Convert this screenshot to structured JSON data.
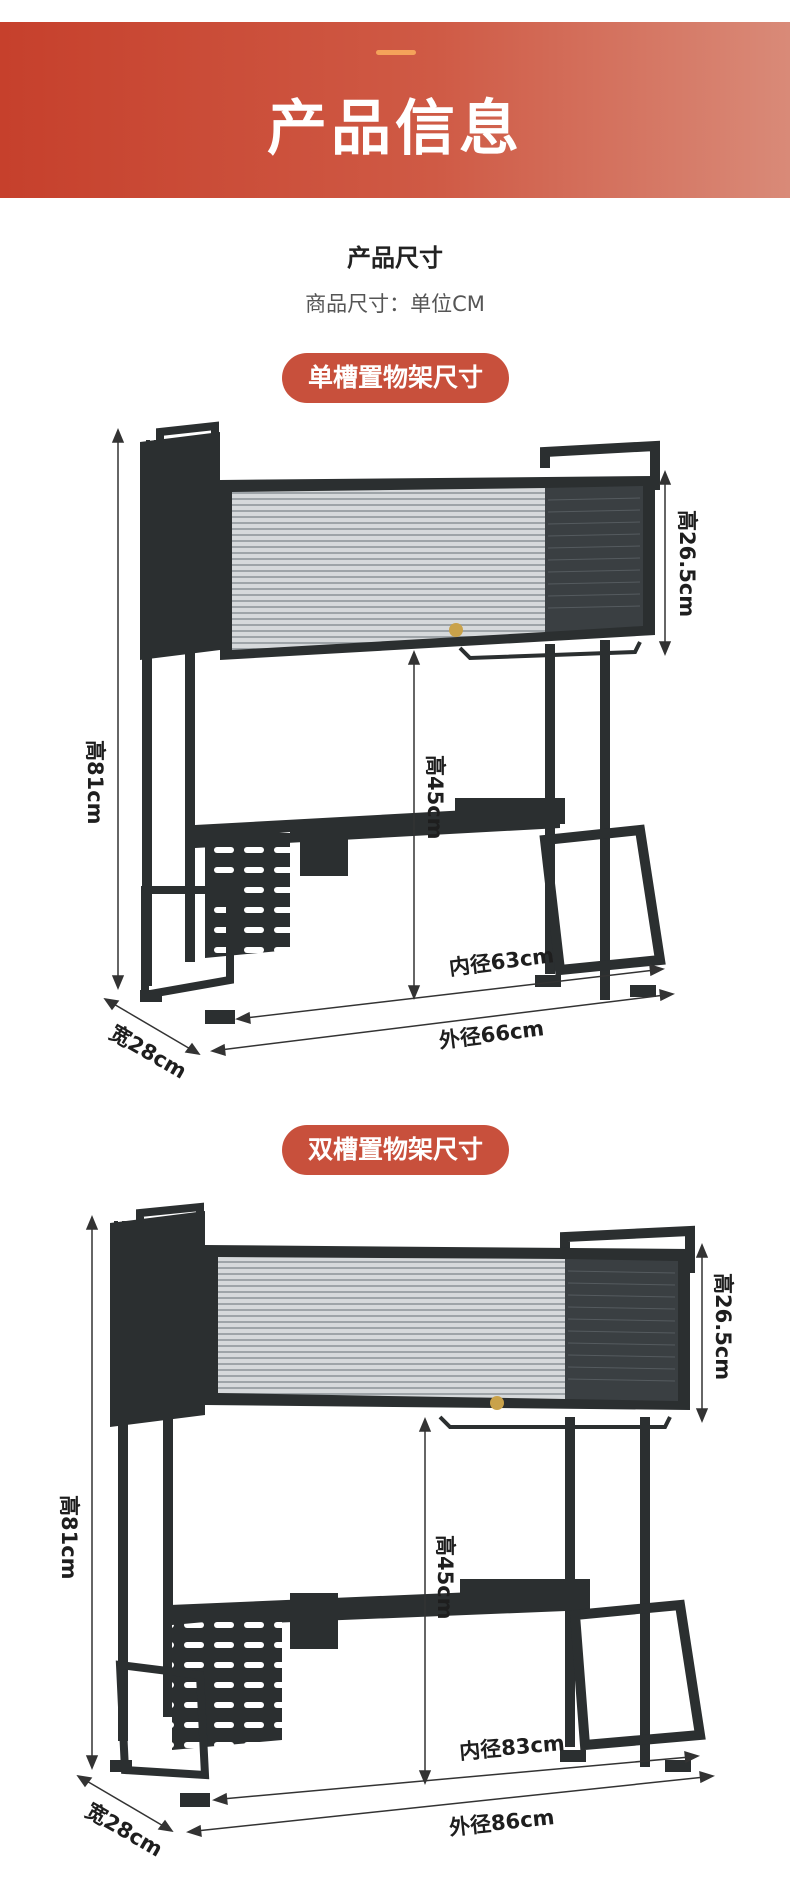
{
  "banner": {
    "title": "产品信息"
  },
  "section": {
    "title": "产品尺寸",
    "subtitle": "商品尺寸：单位CM"
  },
  "single": {
    "label": "单槽置物架尺寸",
    "height_total": "高81cm",
    "height_cabinet": "高26.5cm",
    "height_inner": "高45cm",
    "inner_width": "内径63cm",
    "outer_width": "外径66cm",
    "depth": "宽28cm"
  },
  "double": {
    "label": "双槽置物架尺寸",
    "height_total": "高81cm",
    "height_cabinet": "高26.5cm",
    "height_inner": "高45cm",
    "inner_width": "内径83cm",
    "outer_width": "外径86cm",
    "depth": "宽28cm"
  },
  "colors": {
    "banner": "#c6402c",
    "pill": "#c8503c",
    "frame": "#2b2f30",
    "panel_glass": "#c9ccce"
  }
}
